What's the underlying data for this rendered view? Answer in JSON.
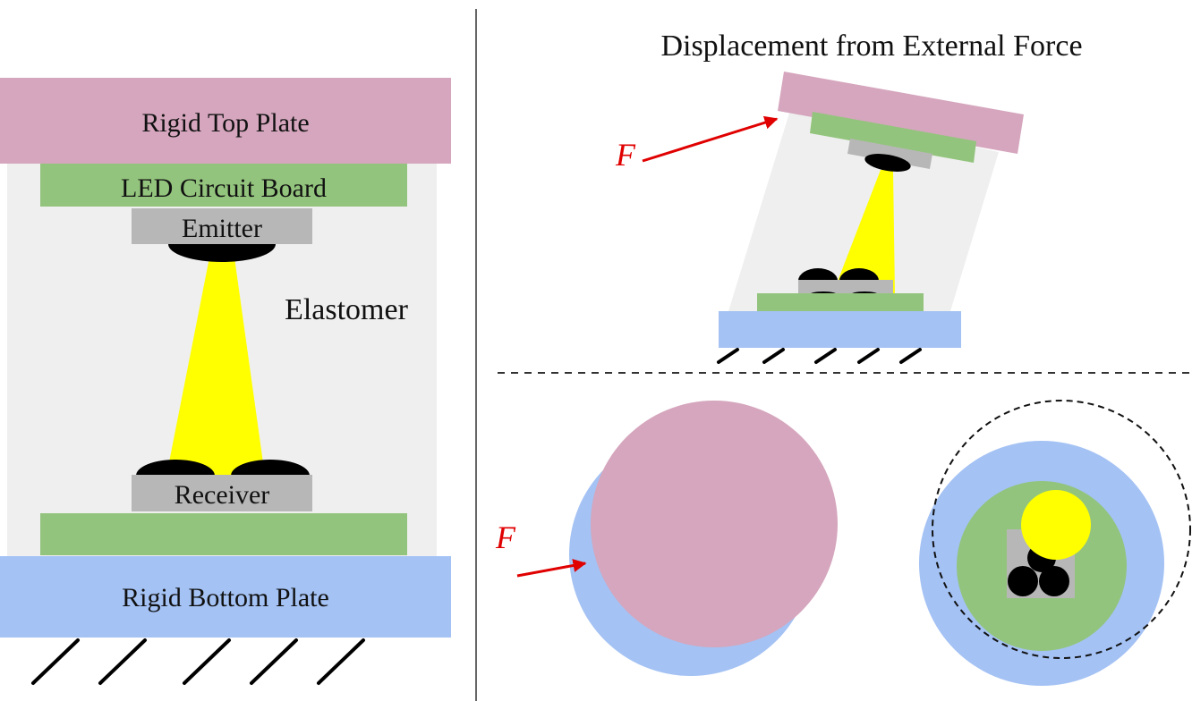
{
  "colors": {
    "top_plate": "#d5a6bd",
    "bottom_plate": "#a4c2f4",
    "circuit_board": "#93c47d",
    "component": "#b7b7b7",
    "elastomer": "#efefef",
    "light_beam": "#ffff00",
    "force_arrow": "#e00000",
    "lens": "#000000"
  },
  "left_panel": {
    "top_plate_label": "Rigid Top Plate",
    "circuit_board_label": "LED Circuit Board",
    "emitter_label": "Emitter",
    "elastomer_label": "Elastomer",
    "receiver_label": "Receiver",
    "bottom_plate_label": "Rigid Bottom Plate"
  },
  "right_panel": {
    "title": "Displacement from External Force",
    "force_label_side": "F",
    "force_label_top": "F"
  }
}
